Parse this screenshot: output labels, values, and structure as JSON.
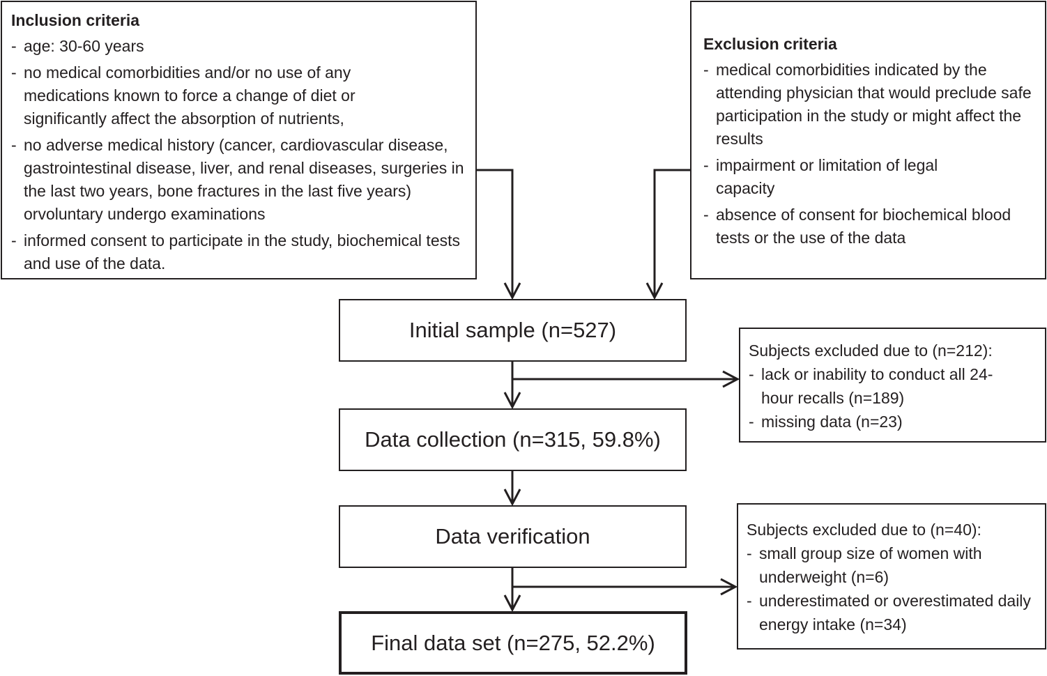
{
  "inclusion": {
    "title": "Inclusion criteria",
    "items": [
      "age: 30-60 years",
      "no medical comorbidities and/or no use of any medications known to force a change of diet or significantly affect the absorption of nutrients,",
      "no adverse medical history (cancer, cardiovascular disease, gastrointestinal disease, liver, and renal diseases, surgeries in the last two years, bone fractures in the last five years) orvoluntary undergo examinations",
      "informed consent to participate in the study, biochemical tests and use of the data."
    ]
  },
  "exclusion": {
    "title": "Exclusion criteria",
    "items": [
      "medical comorbidities indicated by the attending physician that would preclude safe participation in the study or might affect the results",
      "impairment or limitation of legal capacity",
      "absence of consent for biochemical blood tests or the use of the data"
    ]
  },
  "steps": {
    "initial": "Initial sample (n=527)",
    "collection": "Data collection (n=315, 59.8%)",
    "verification": "Data verification",
    "final": "Final data set (n=275, 52.2%)"
  },
  "excluded1": {
    "title": "Subjects excluded due to (n=212):",
    "items": [
      "lack or inability to conduct all 24-hour recalls (n=189)",
      "missing data (n=23)"
    ]
  },
  "excluded2": {
    "title": "Subjects excluded due to (n=40):",
    "items": [
      "small group size of women with underweight (n=6)",
      "underestimated or overestimated daily energy intake (n=34)"
    ]
  }
}
